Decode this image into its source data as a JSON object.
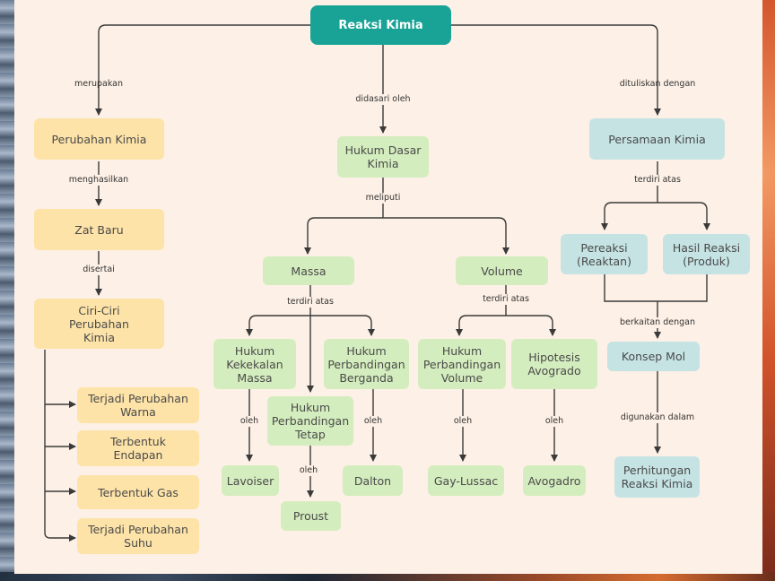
{
  "nodes": {
    "root": "Reaksi Kimia",
    "perubahan": "Perubahan Kimia",
    "zat_baru": "Zat Baru",
    "ciri": "Ciri-Ciri\nPerubahan\nKimia",
    "ciri_warna": "Terjadi Perubahan\nWarna",
    "ciri_endapan": "Terbentuk\nEndapan",
    "ciri_gas": "Terbentuk Gas",
    "ciri_suhu": "Terjadi Perubahan\nSuhu",
    "hukum_dasar": "Hukum Dasar\nKimia",
    "massa": "Massa",
    "volume": "Volume",
    "kekekalan": "Hukum\nKekekalan\nMassa",
    "tetap": "Hukum\nPerbandingan\nTetap",
    "berganda": "Hukum\nPerbandingan\nBerganda",
    "perb_volume": "Hukum\nPerbandingan\nVolume",
    "avogadro_hip": "Hipotesis\nAvogrado",
    "lavoiser": "Lavoiser",
    "proust": "Proust",
    "dalton": "Dalton",
    "gay_lussac": "Gay-Lussac",
    "avogadro": "Avogadro",
    "persamaan": "Persamaan Kimia",
    "pereaksi": "Pereaksi\n(Reaktan)",
    "hasil": "Hasil Reaksi\n(Produk)",
    "mol": "Konsep Mol",
    "perhitungan": "Perhitungan\nReaksi Kimia"
  },
  "labels": {
    "merupakan": "merupakan",
    "didasari": "didasari oleh",
    "dituliskan": "dituliskan dengan",
    "menghasilkan": "menghasilkan",
    "disertai": "disertai",
    "meliputi": "meliputi",
    "terdiri_massa": "terdiri atas",
    "terdiri_volume": "terdiri atas",
    "terdiri_persamaan": "terdiri atas",
    "oleh_lavoiser": "oleh",
    "oleh_proust": "oleh",
    "oleh_dalton": "oleh",
    "oleh_gay": "oleh",
    "oleh_avogadro": "oleh",
    "berkaitan": "berkaitan dengan",
    "digunakan": "digunakan dalam"
  },
  "colors": {
    "root": "#18a396",
    "yellow": "#fde3a8",
    "green": "#d4edbe",
    "blue": "#c6e3e4",
    "line": "#3a3a3a",
    "background": "#fdf0e6"
  }
}
